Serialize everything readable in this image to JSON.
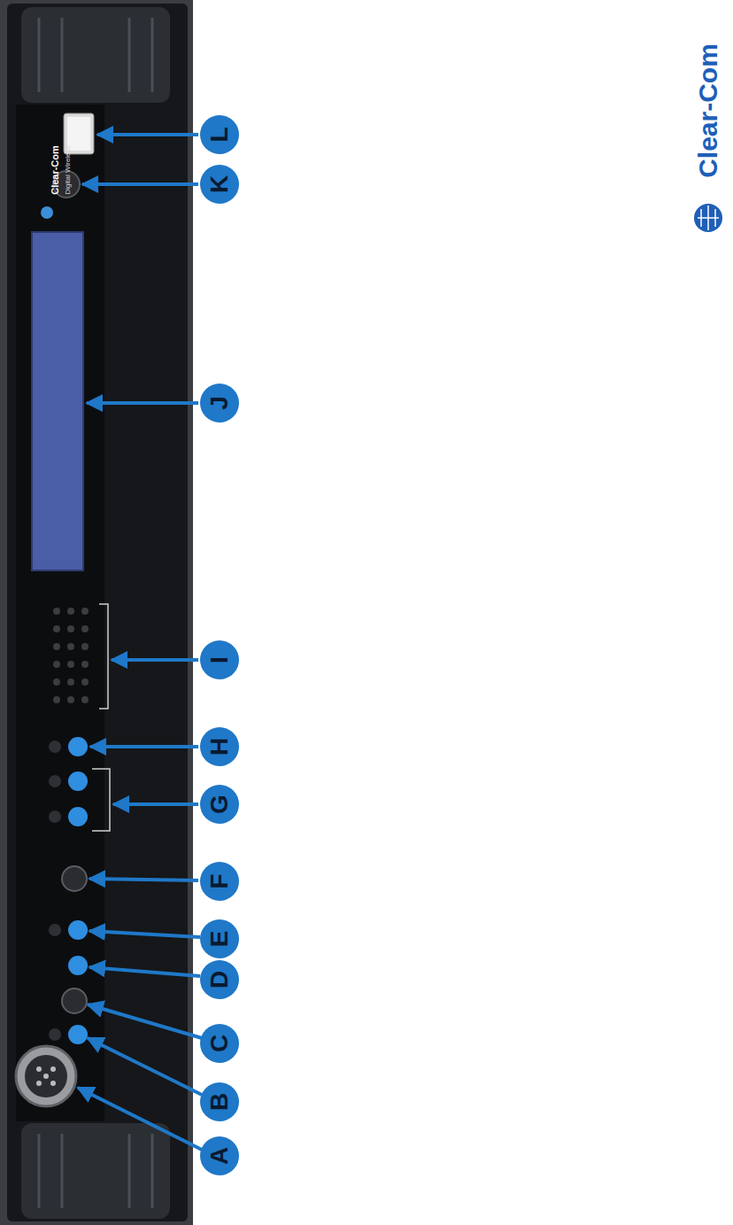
{
  "diagram": {
    "labels": [
      "A",
      "B",
      "C",
      "D",
      "E",
      "F",
      "G",
      "H",
      "I",
      "J",
      "K",
      "L",
      "Clear-Com",
      "Clear-Com",
      "Digital Wireless"
    ]
  }
}
